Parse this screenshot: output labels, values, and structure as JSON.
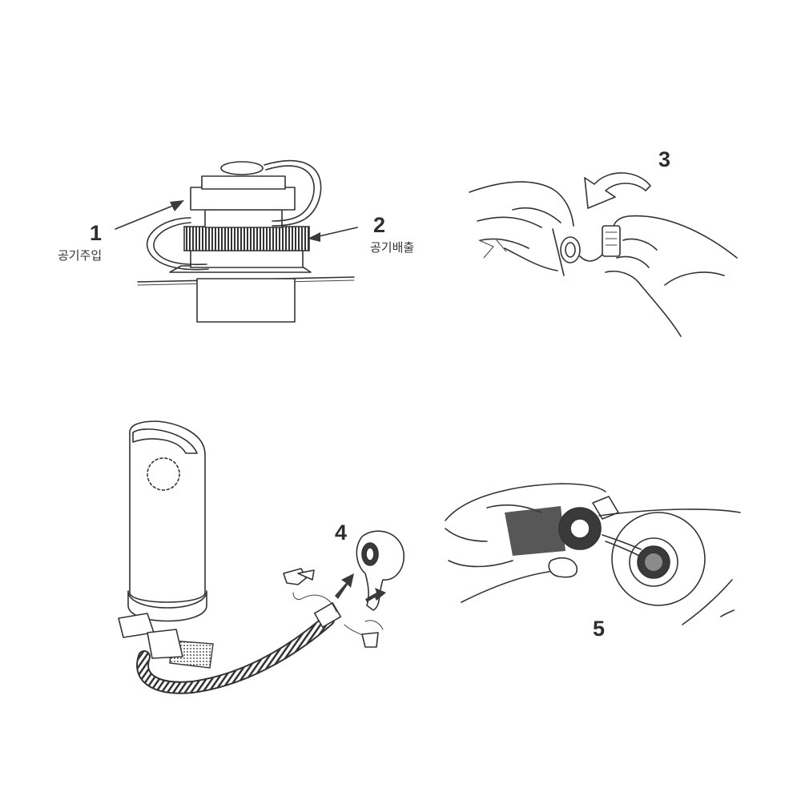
{
  "steps": [
    {
      "number": "1",
      "caption": "공기주입"
    },
    {
      "number": "2",
      "caption": "공기배출"
    },
    {
      "number": "3",
      "caption": ""
    },
    {
      "number": "4",
      "caption": ""
    },
    {
      "number": "5",
      "caption": ""
    }
  ]
}
